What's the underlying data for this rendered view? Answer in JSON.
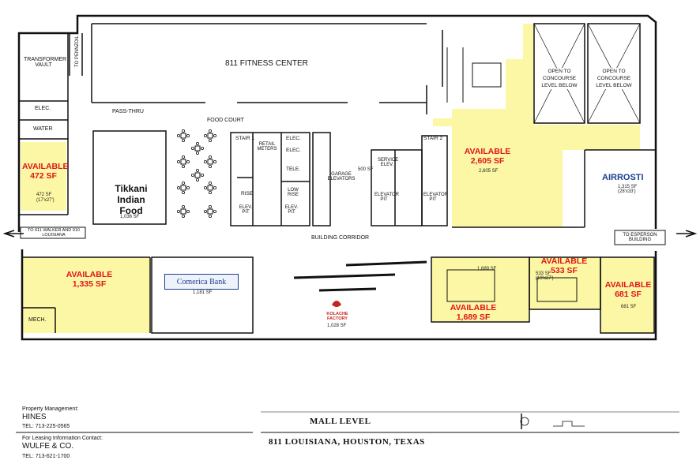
{
  "plan_title": "MALL LEVEL",
  "plan_address": "811 LOUISIANA, HOUSTON, TEXAS",
  "property_management": {
    "heading": "Property Management:",
    "company": "HINES",
    "phone": "TEL: 713-225-0565"
  },
  "leasing": {
    "heading": "For Leasing Information Contact:",
    "company": "WULFE & CO.",
    "phone": "TEL: 713-621-1700"
  },
  "rooms": {
    "fitness": "811 FITNESS CENTER",
    "transformer": "TRANSFORMER VAULT",
    "to_pennzoil": "TO PENNZOIL",
    "elec_left": "ELEC.",
    "water": "WATER",
    "pass_thru": "PASS-THRU",
    "food_court": "FOOD COURT",
    "stair1": "STAIR 1",
    "retail_meters": "RETAIL METERS",
    "elec_a": "ELEC.",
    "elec_b": "ELEC.",
    "tele": "TELE.",
    "rise": "RISE",
    "low_rise": "LOW RISE",
    "elev_pit_a": "ELEV. PIT",
    "elev_pit_b": "ELEV. PIT",
    "garage_elevators": "GARAGE ELEVATORS",
    "service_elev": "SERVICE ELEV.",
    "elevator_pit_a": "ELEVATOR PIT",
    "stair2": "STAIR 2",
    "elevator_pit_b": "ELEVATOR PIT",
    "open_concourse_1": "OPEN TO CONCOURSE LEVEL BELOW",
    "open_concourse_2": "OPEN TO CONCOURSE LEVEL BELOW",
    "building_corridor": "BUILDING CORRIDOR",
    "to_walker": "TO 611 WALKER AND 910 LOUISIANA",
    "to_esperson": "TO ESPERSON BUILDING",
    "mech": "MECH."
  },
  "tenants": {
    "tikkani_name": "Tikkani Indian Food",
    "tikkani_sf": "1,036 SF",
    "amelies_sf": "500 SF",
    "airrosti_name": "AIRROSTI",
    "airrosti_sf": "1,315 SF",
    "airrosti_dims": "(28'x33')",
    "comerica_name": "Comerica Bank",
    "comerica_sf": "1,181 SF",
    "kolache_name": "KOLACHE FACTORY",
    "kolache_sf": "1,028 SF"
  },
  "available": {
    "a472": {
      "line1": "AVAILABLE",
      "line2": "472 SF",
      "sf": "472 SF",
      "dims": "(17'x27')"
    },
    "a2605": {
      "line1": "AVAILABLE",
      "line2": "2,605 SF",
      "sf": "2,605 SF"
    },
    "a1335": {
      "line1": "AVAILABLE",
      "line2": "1,335 SF"
    },
    "a1689": {
      "line1": "AVAILABLE",
      "line2": "1,689 SF",
      "sf": "1,689 SF"
    },
    "a533": {
      "line1": "AVAILABLE",
      "line2": "533 SF",
      "sf": "533 SF",
      "dims": "(19'x27')"
    },
    "a681": {
      "line1": "AVAILABLE",
      "line2": "681 SF",
      "sf": "681 SF"
    }
  },
  "colors": {
    "available_fill": "#fcf7a4",
    "available_text": "#e0141a",
    "comerica_blue": "#1c3f8f",
    "airrosti_blue": "#1c3f8f",
    "kolache_red": "#c0281d"
  }
}
